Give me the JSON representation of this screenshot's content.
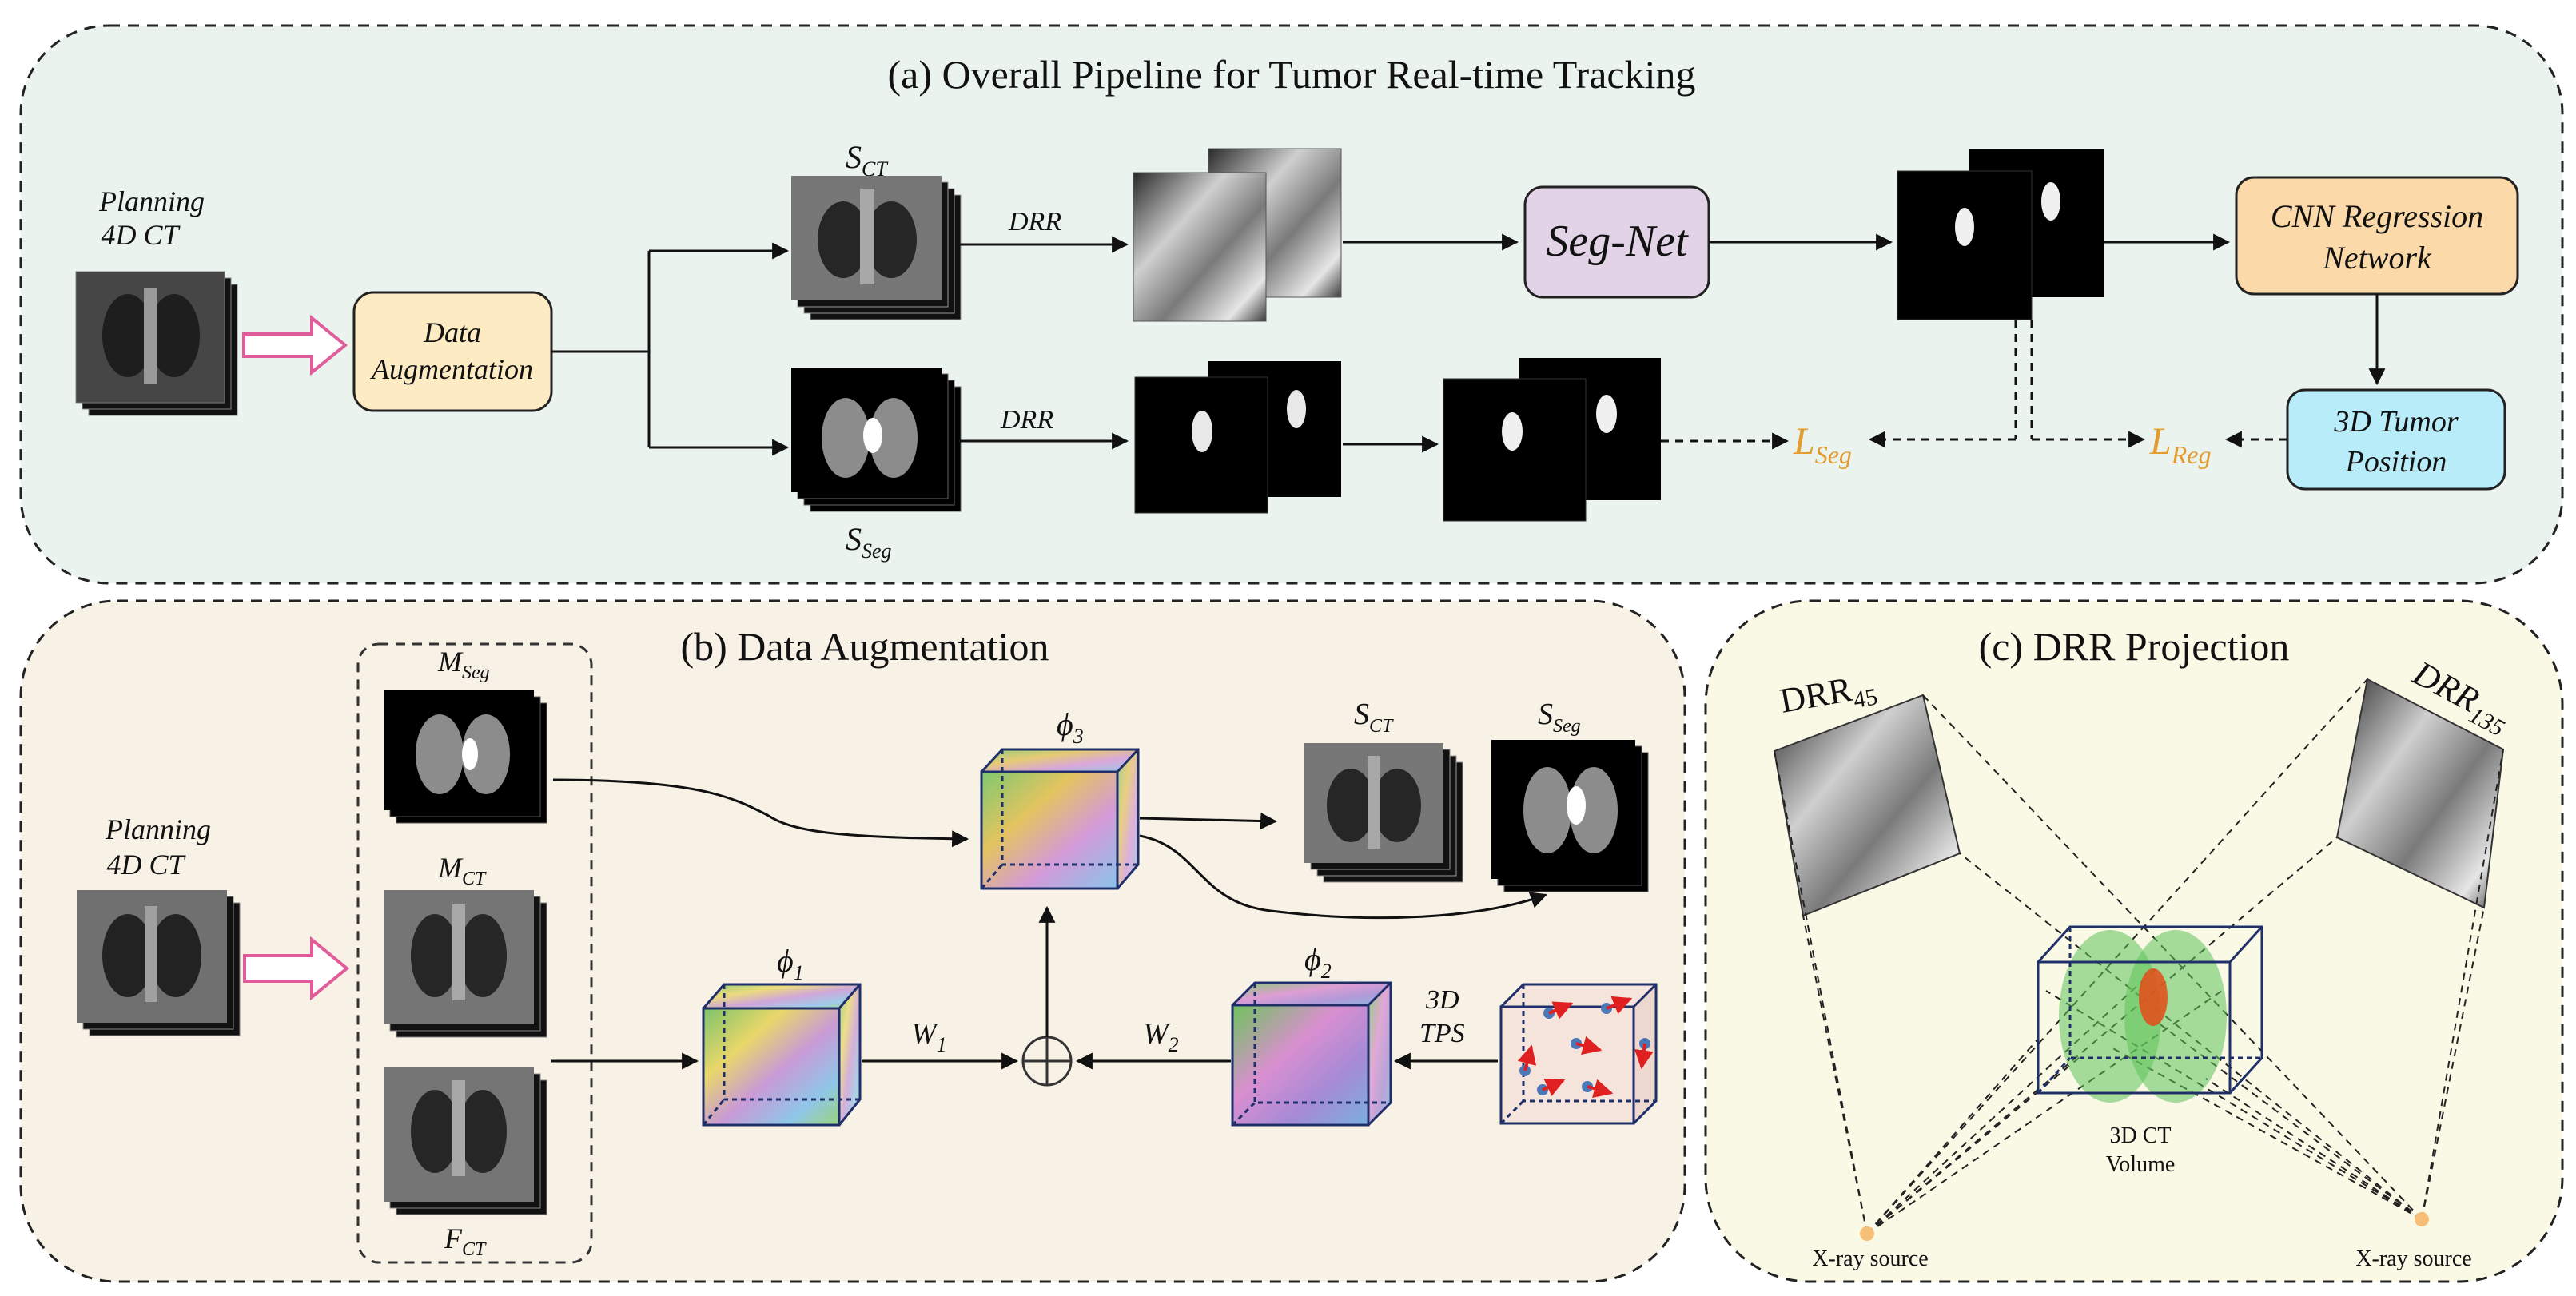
{
  "panel_a": {
    "title": "(a) Overall  Pipeline for  Tumor Real-time Tracking",
    "planning_line1": "Planning",
    "planning_line2": "4D CT",
    "data_aug_line1": "Data",
    "data_aug_line2": "Augmentation",
    "s_ct_main": "S",
    "s_ct_sub": "CT",
    "s_seg_main": "S",
    "s_seg_sub": "Seg",
    "drr_top": "DRR",
    "drr_bottom": "DRR",
    "segnet": "Seg-Net",
    "cnn_line1": "CNN  Regression",
    "cnn_line2": "Network",
    "tumor_line1": "3D Tumor",
    "tumor_line2": "Position",
    "lseg_main": "L",
    "lseg_sub": "Seg",
    "lreg_main": "L",
    "lreg_sub": "Reg"
  },
  "panel_b": {
    "title": "(b) Data  Augmentation",
    "planning_line1": "Planning",
    "planning_line2": "4D CT",
    "mseg_main": "M",
    "mseg_sub": "Seg",
    "mct_main": "M",
    "mct_sub": "CT",
    "fct_main": "F",
    "fct_sub": "CT",
    "phi1_main": "ϕ",
    "phi1_sub": "1",
    "phi2_main": "ϕ",
    "phi2_sub": "2",
    "phi3_main": "ϕ",
    "phi3_sub": "3",
    "w1_main": "W",
    "w1_sub": "1",
    "w2_main": "W",
    "w2_sub": "2",
    "tps_line1": "3D",
    "tps_line2": "TPS",
    "sct_main": "S",
    "sct_sub": "CT",
    "sseg_main": "S",
    "sseg_sub": "Seg"
  },
  "panel_c": {
    "title": "(c) DRR  Projection",
    "drr45_main": "DRR",
    "drr45_sub": "45",
    "drr135_main": "DRR",
    "drr135_sub": "135",
    "volume_line1": "3D CT",
    "volume_line2": "Volume",
    "xray_left": "X-ray source",
    "xray_right": "X-ray source"
  },
  "colors": {
    "panel_a_bg": "#eaf3ee",
    "panel_b_bg": "#f7f1e6",
    "panel_c_bg": "#f9f9e6",
    "data_aug_box": "#fdebc4",
    "segnet_box": "#e3d3e7",
    "cnn_box": "#fbd9a9",
    "tumor_box": "#b8ecf8",
    "loss_label": "#e39b2e",
    "hollow_arrow": "#e05c9a",
    "tps_arrow": "#e02020",
    "tps_dot": "#4a78b8",
    "cube_edge": "#1f2f6a"
  },
  "icons": [
    "hollow-arrow-icon",
    "circled-plus-icon",
    "cube-icon",
    "ct-stack-icon"
  ]
}
